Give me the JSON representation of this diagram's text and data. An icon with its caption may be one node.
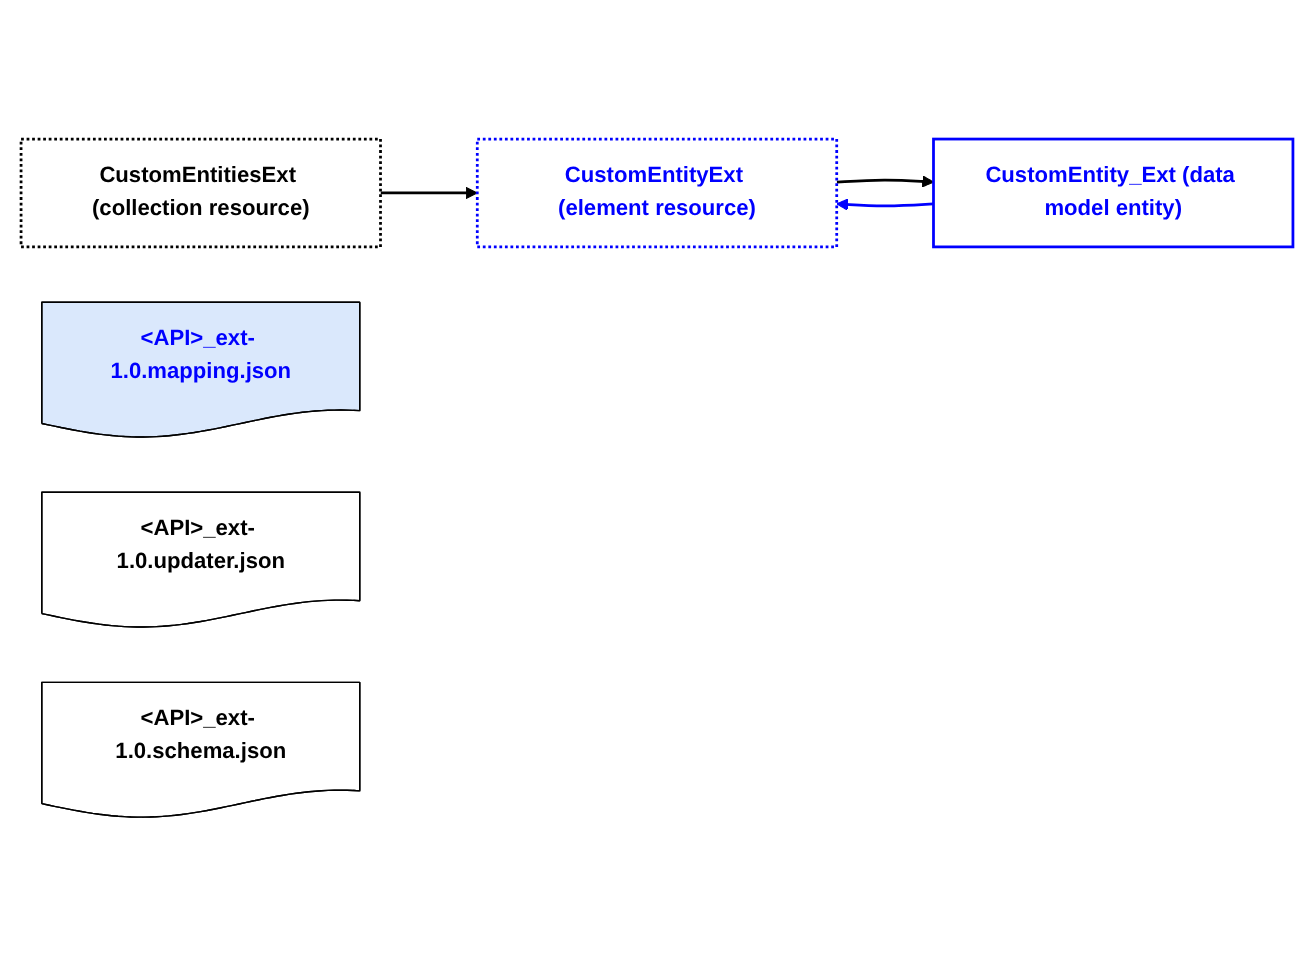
{
  "diagram": {
    "nodes": [
      {
        "text": [
          "CustomEntitiesExt (collection resource)"
        ]
      },
      {
        "text": [
          "CustomEntityExt (element resource)"
        ]
      },
      {
        "text": [
          "CustomEntity_Ext (data model entity)"
        ]
      },
      {
        "text": [
          "<API>_ext- 1.0.mapping.json"
        ]
      },
      {
        "text": [
          "<API>_ext- 1.0.updater.json"
        ]
      },
      {
        "text": [
          "<API>_ext- 1.0.schema.json"
        ]
      }
    ],
    "edges": [
      {
        "from": 0,
        "to": 1,
        "arrow": "to"
      },
      {
        "from": 2,
        "to": 1,
        "arrow": "to",
        "color": "#0000ff"
      },
      {
        "from": 1,
        "to": 2,
        "arrow": "to"
      }
    ]
  }
}
